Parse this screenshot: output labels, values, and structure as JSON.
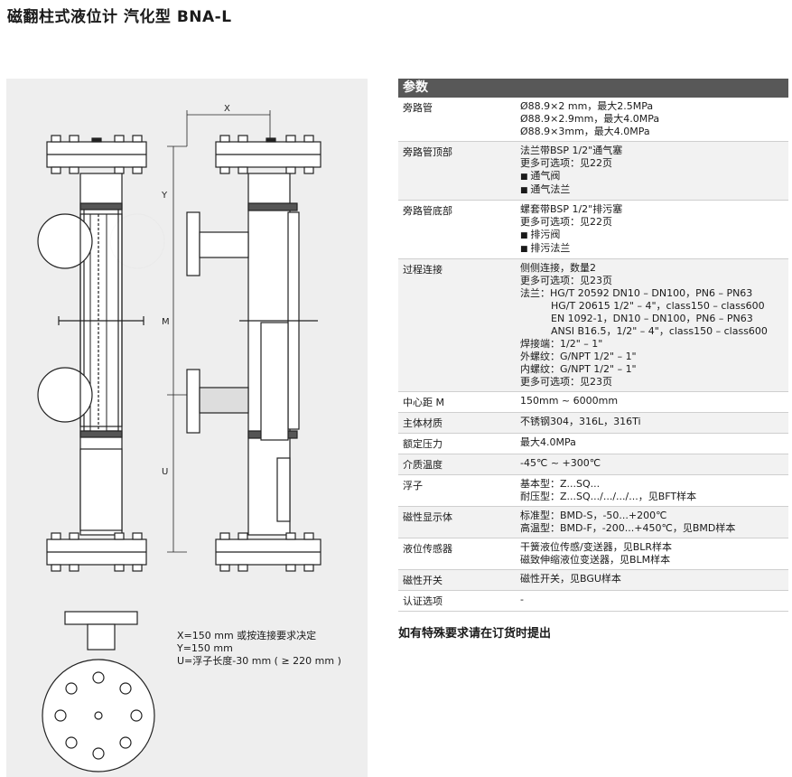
{
  "title": "磁翻柱式液位计 汽化型 BNA-L",
  "drawing": {
    "labels": {
      "x": "X",
      "y": "Y",
      "m": "M",
      "u": "U"
    },
    "legend": [
      "X=150 mm 或按连接要求决定",
      "Y=150 mm",
      "U=浮子长度-30 mm ( ≥ 220 mm )"
    ]
  },
  "specs": {
    "header": "参数",
    "rows": [
      {
        "key": "旁路管",
        "lines": [
          {
            "t": "Ø88.9×2 mm，最大2.5MPa"
          },
          {
            "t": "Ø88.9×2.9mm，最大4.0MPa"
          },
          {
            "t": "Ø88.9×3mm，最大4.0MPa"
          }
        ]
      },
      {
        "key": "旁路管顶部",
        "lines": [
          {
            "t": "法兰带BSP 1/2\"通气塞"
          },
          {
            "t": "更多可选项：见22页"
          },
          {
            "t": "通气阀",
            "sq": true
          },
          {
            "t": "通气法兰",
            "sq": true
          }
        ]
      },
      {
        "key": "旁路管底部",
        "lines": [
          {
            "t": "螺套带BSP 1/2\"排污塞"
          },
          {
            "t": "更多可选项：见22页"
          },
          {
            "t": "排污阀",
            "sq": true
          },
          {
            "t": "排污法兰",
            "sq": true
          }
        ]
      },
      {
        "key": "过程连接",
        "lines": [
          {
            "t": "侧侧连接，数量2"
          },
          {
            "t": "更多可选项：见23页"
          },
          {
            "t": "法兰：HG/T 20592 DN10 – DN100，PN6 – PN63"
          },
          {
            "t": "HG/T 20615 1/2\" – 4\"，class150 – class600",
            "ind": true
          },
          {
            "t": "EN 1092-1，DN10 – DN100，PN6 – PN63",
            "ind": true
          },
          {
            "t": "ANSI B16.5，1/2\" – 4\"，class150 – class600",
            "ind": true
          },
          {
            "t": "焊接端：1/2\" – 1\""
          },
          {
            "t": "外螺纹：G/NPT 1/2\" – 1\""
          },
          {
            "t": "内螺纹：G/NPT 1/2\" – 1\""
          },
          {
            "t": "更多可选项：见23页"
          }
        ]
      },
      {
        "key": "中心距 M",
        "lines": [
          {
            "t": "150mm ~ 6000mm"
          }
        ]
      },
      {
        "key": "主体材质",
        "lines": [
          {
            "t": "不锈钢304，316L，316Ti"
          }
        ]
      },
      {
        "key": "额定压力",
        "lines": [
          {
            "t": "最大4.0MPa"
          }
        ]
      },
      {
        "key": "介质温度",
        "lines": [
          {
            "t": "-45℃ ~ +300℃"
          }
        ]
      },
      {
        "key": "浮子",
        "lines": [
          {
            "t": "基本型：Z...SQ..."
          },
          {
            "t": "耐压型：Z...SQ.../.../.../...，见BFT样本"
          }
        ]
      },
      {
        "key": "磁性显示体",
        "lines": [
          {
            "t": "标准型：BMD-S，-50...+200℃"
          },
          {
            "t": "高温型：BMD-F，-200...+450℃，见BMD样本"
          }
        ]
      },
      {
        "key": "液位传感器",
        "lines": [
          {
            "t": "干簧液位传感/变送器，见BLR样本"
          },
          {
            "t": "磁致伸缩液位变送器，见BLM样本"
          }
        ]
      },
      {
        "key": "磁性开关",
        "lines": [
          {
            "t": "磁性开关，见BGU样本"
          }
        ]
      },
      {
        "key": "认证选项",
        "lines": [
          {
            "t": "-"
          }
        ]
      }
    ]
  },
  "note": "如有特殊要求请在订货时提出"
}
